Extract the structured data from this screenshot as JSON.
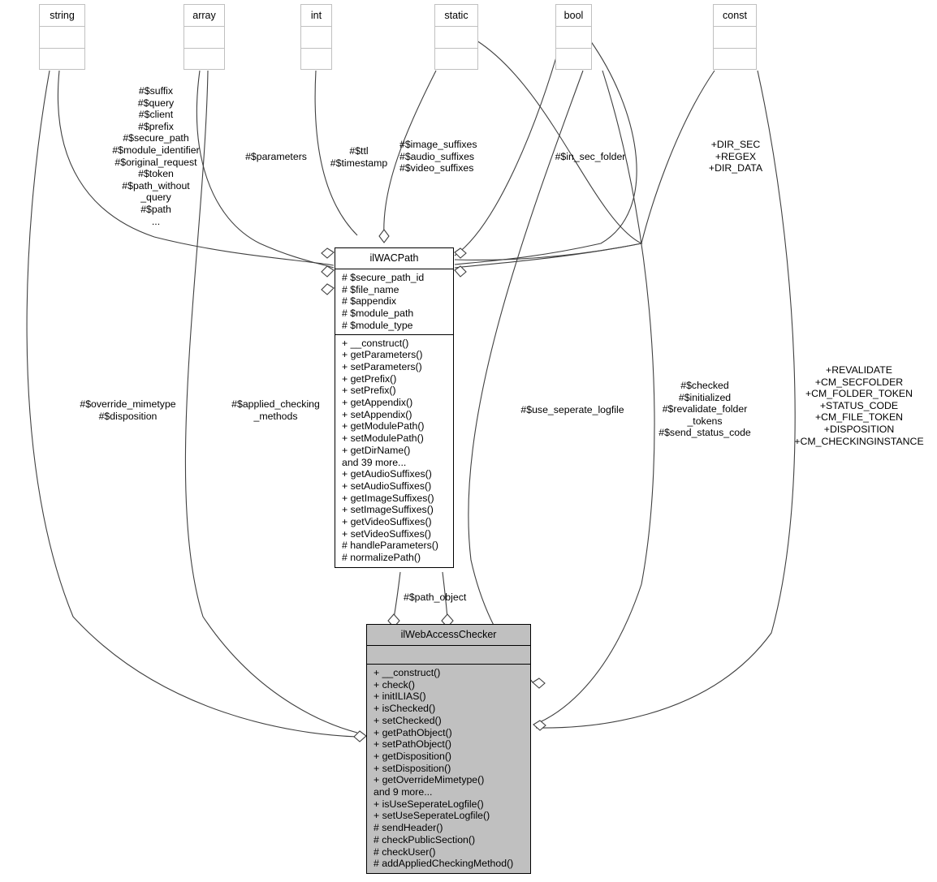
{
  "diagram": {
    "title": "ilWebAccessChecker collaboration diagram",
    "type": "uml-class-diagram",
    "background": "#ffffff",
    "shaded_fill": "#c0c0c0",
    "line_color": "#404040"
  },
  "type_boxes": [
    {
      "id": "string",
      "label": "string"
    },
    {
      "id": "array",
      "label": "array"
    },
    {
      "id": "int",
      "label": "int"
    },
    {
      "id": "static",
      "label": "static"
    },
    {
      "id": "bool",
      "label": "bool"
    },
    {
      "id": "const",
      "label": "const"
    }
  ],
  "classes": [
    {
      "id": "ilWACPath",
      "name": "ilWACPath",
      "shaded": false,
      "attributes": [
        "# $secure_path_id",
        "# $file_name",
        "# $appendix",
        "# $module_path",
        "# $module_type"
      ],
      "operations": [
        "+ __construct()",
        "+ getParameters()",
        "+ setParameters()",
        "+ getPrefix()",
        "+ setPrefix()",
        "+ getAppendix()",
        "+ setAppendix()",
        "+ getModulePath()",
        "+ setModulePath()",
        "+ getDirName()",
        "and 39 more...",
        "+ getAudioSuffixes()",
        "+ setAudioSuffixes()",
        "+ getImageSuffixes()",
        "+ setImageSuffixes()",
        "+ getVideoSuffixes()",
        "+ setVideoSuffixes()",
        "# handleParameters()",
        "# normalizePath()"
      ]
    },
    {
      "id": "ilWebAccessChecker",
      "name": "ilWebAccessChecker",
      "shaded": true,
      "attributes": [],
      "operations": [
        "+ __construct()",
        "+ check()",
        "+ initILIAS()",
        "+ isChecked()",
        "+ setChecked()",
        "+ getPathObject()",
        "+ setPathObject()",
        "+ getDisposition()",
        "+ setDisposition()",
        "+ getOverrideMimetype()",
        "and 9 more...",
        "+ isUseSeperateLogfile()",
        "+ setUseSeperateLogfile()",
        "# sendHeader()",
        "# checkPublicSection()",
        "# checkUser()",
        "# addAppliedCheckingMethod()"
      ]
    }
  ],
  "edge_labels": {
    "string_to_wacpath": "#$suffix\n#$query\n#$client\n#$prefix\n#$secure_path\n#$module_identifier\n#$original_request\n#$token\n#$path_without\n_query\n#$path\n...",
    "array_to_wacpath": "#$parameters",
    "int_to_wacpath": "#$ttl\n#$timestamp",
    "static_to_wacpath": "#$image_suffixes\n#$audio_suffixes\n#$video_suffixes",
    "bool_to_wacpath": "#$in_sec_folder",
    "const_to_wacpath": "+DIR_SEC\n+REGEX\n+DIR_DATA",
    "string_to_checker": "#$override_mimetype\n#$disposition",
    "array_to_checker": "#$applied_checking\n_methods",
    "bool_to_checker_logfile": "#$use_seperate_logfile",
    "bool_to_checker_flags": "#$checked\n#$initialized\n#$revalidate_folder\n_tokens\n#$send_status_code",
    "const_to_checker": "+REVALIDATE\n+CM_SECFOLDER\n+CM_FOLDER_TOKEN\n+STATUS_CODE\n+CM_FILE_TOKEN\n+DISPOSITION\n+CM_CHECKINGINSTANCE",
    "wacpath_to_checker": "#$path_object"
  }
}
